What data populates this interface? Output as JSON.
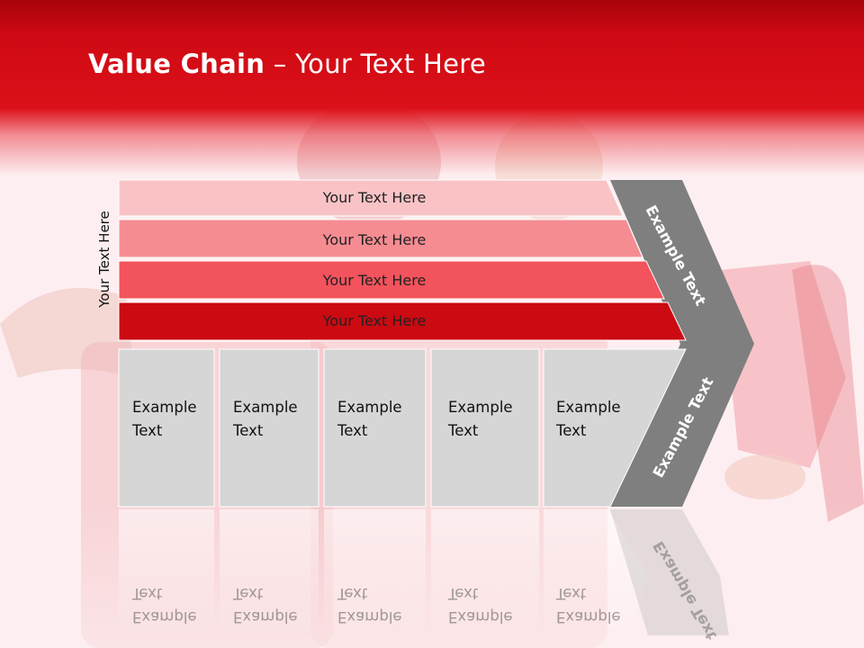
{
  "slide": {
    "title_bold": "Value Chain",
    "title_rest": " – Your Text Here",
    "vertical_label": "Your Text Here"
  },
  "bars": [
    {
      "label": "Your Text Here",
      "color": "#f9c3c6"
    },
    {
      "label": "Your Text Here",
      "color": "#f58c92"
    },
    {
      "label": "Your Text Here",
      "color": "#f3535c"
    },
    {
      "label": "Your Text Here",
      "color": "#cc0a12"
    }
  ],
  "boxes": [
    {
      "line1": "Example",
      "line2": "Text"
    },
    {
      "line1": "Example",
      "line2": "Text"
    },
    {
      "line1": "Example",
      "line2": "Text"
    },
    {
      "line1": "Example",
      "line2": "Text"
    },
    {
      "line1": "Example",
      "line2": "Text"
    }
  ],
  "chevron": {
    "upper_text": "Example Text",
    "lower_text": "Example Text",
    "color": "#7f7f7f"
  },
  "colors": {
    "header_red": "#d40c16",
    "box_gray": "#d6d6d6",
    "background": "#fdeff1"
  }
}
